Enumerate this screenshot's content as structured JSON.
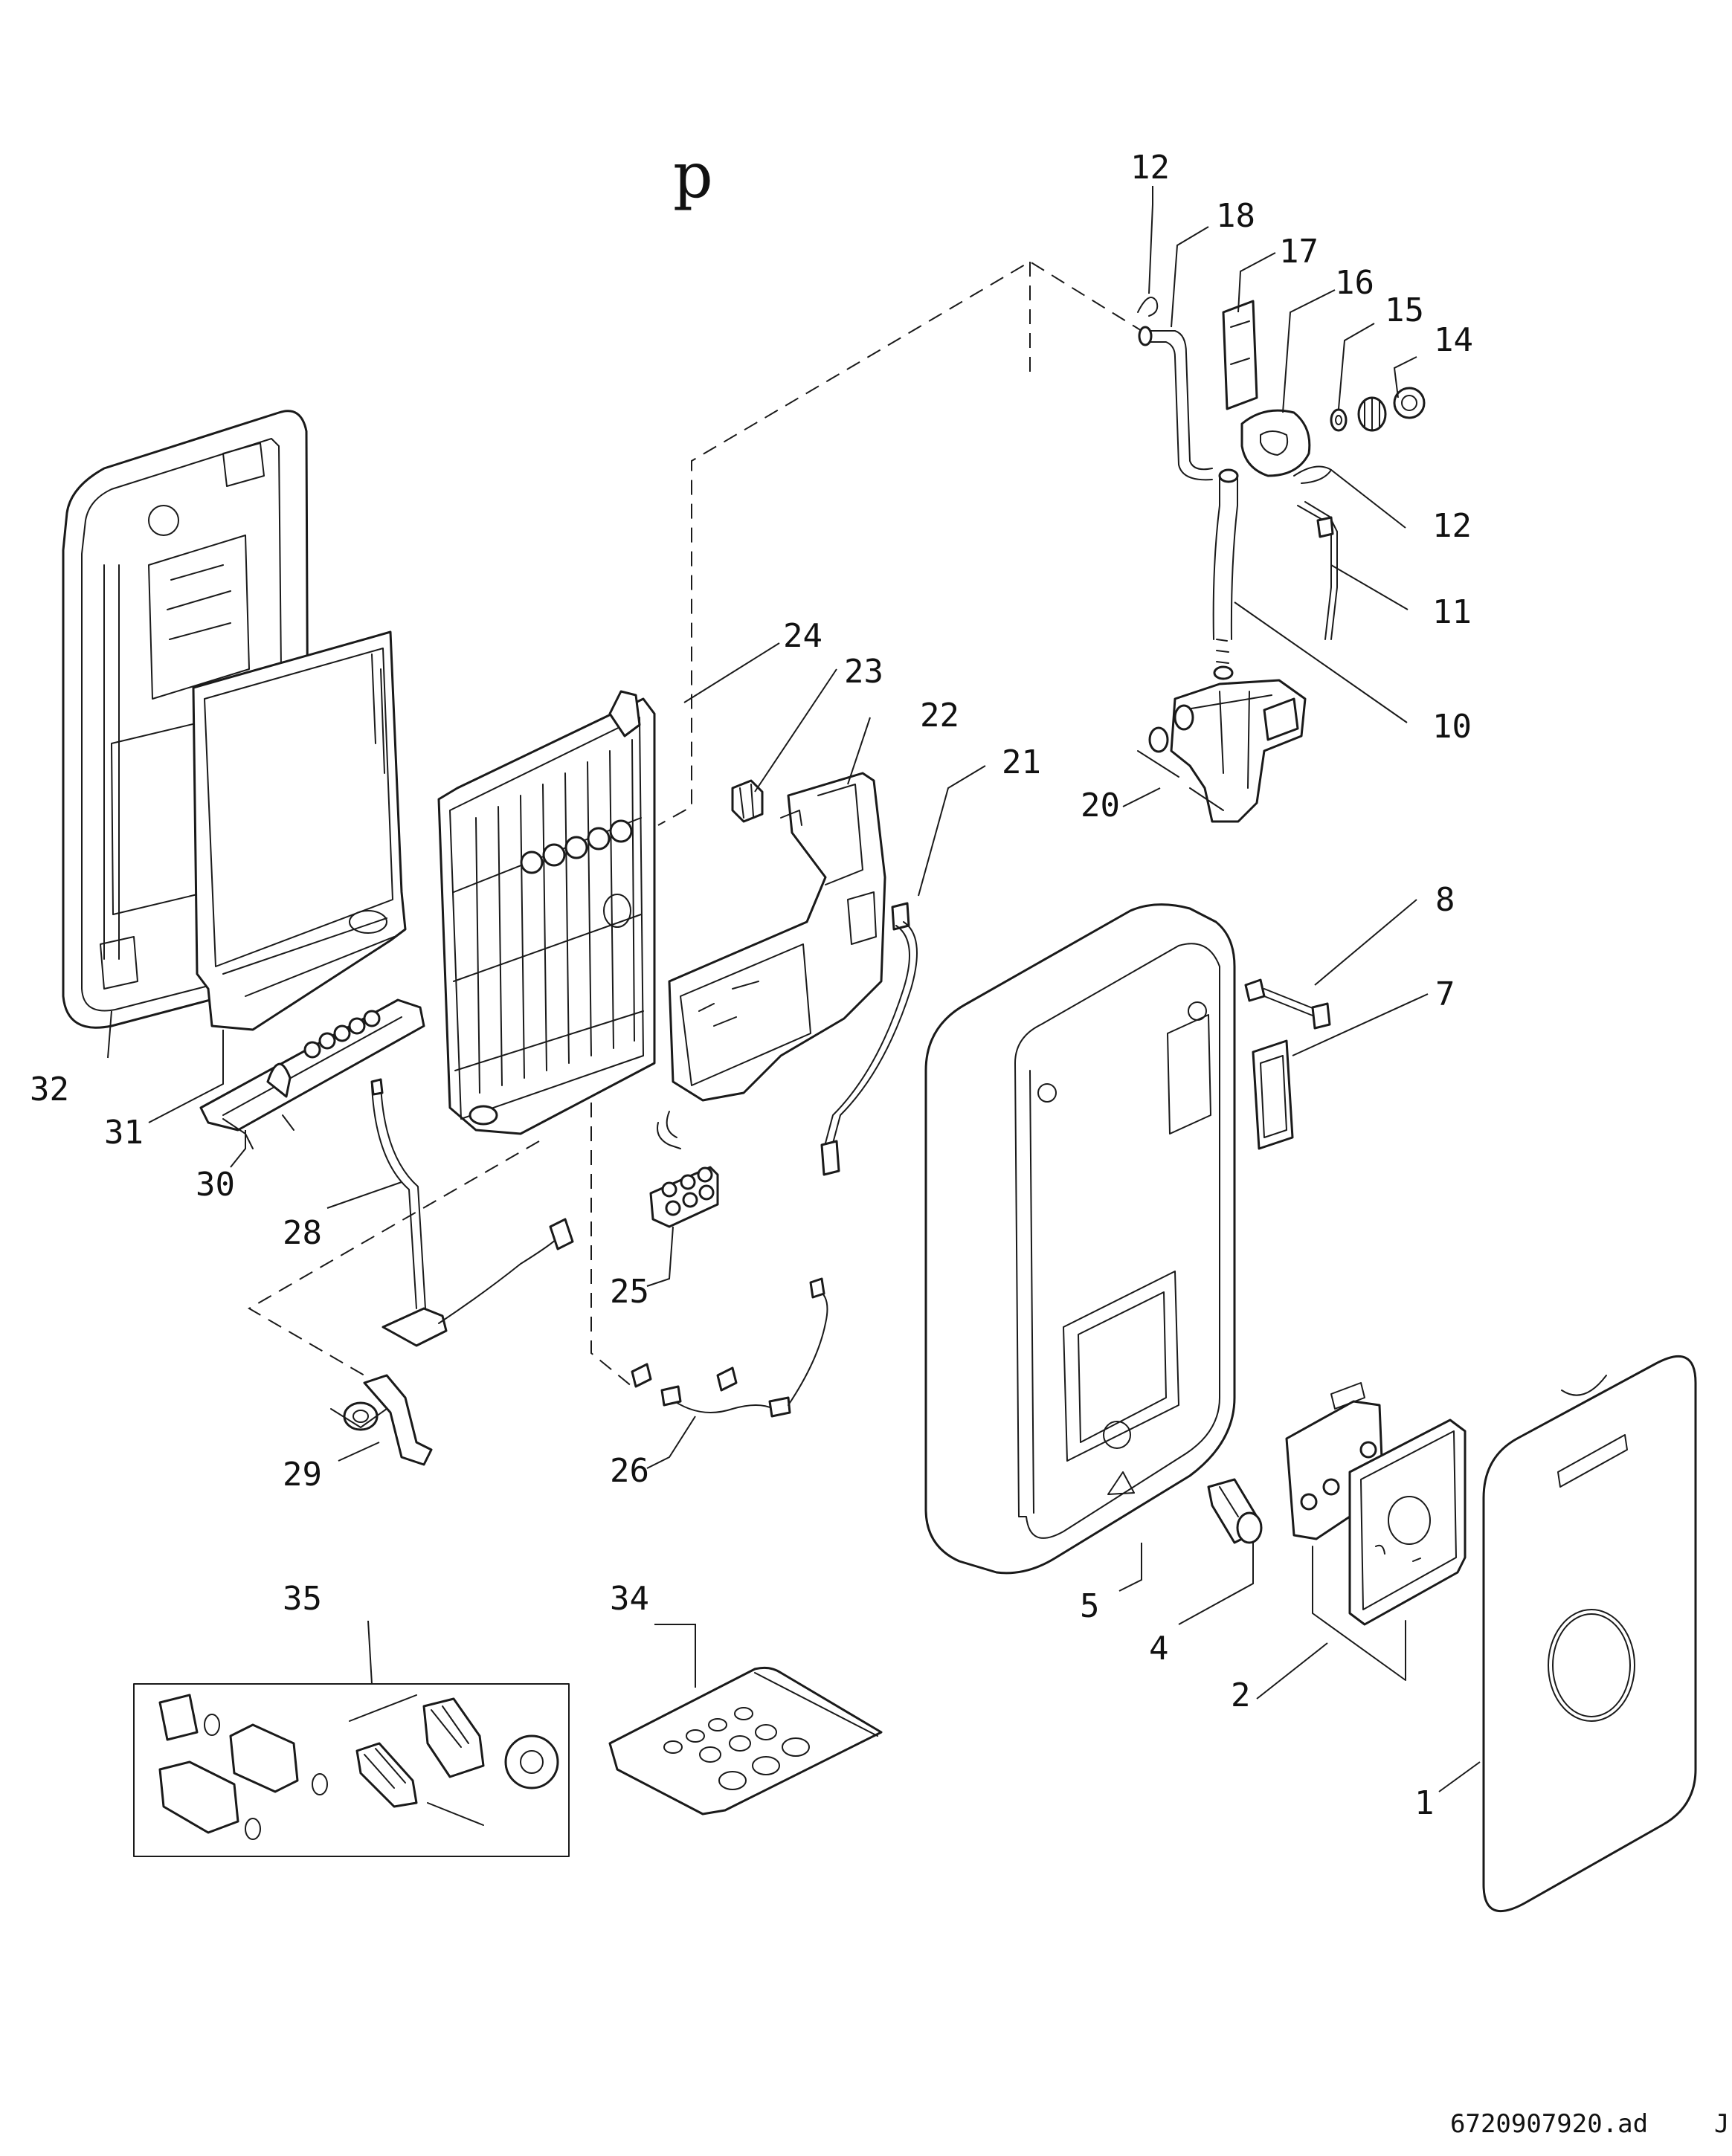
{
  "diagram": {
    "title_letter": "p",
    "drawing_code": "6720907920.ad",
    "revision": "J"
  },
  "callouts": [
    {
      "id": "1",
      "label": "1"
    },
    {
      "id": "2",
      "label": "2"
    },
    {
      "id": "4",
      "label": "4"
    },
    {
      "id": "5",
      "label": "5"
    },
    {
      "id": "7",
      "label": "7"
    },
    {
      "id": "8",
      "label": "8"
    },
    {
      "id": "10",
      "label": "10"
    },
    {
      "id": "11",
      "label": "11"
    },
    {
      "id": "12a",
      "label": "12"
    },
    {
      "id": "12b",
      "label": "12"
    },
    {
      "id": "14",
      "label": "14"
    },
    {
      "id": "15",
      "label": "15"
    },
    {
      "id": "16",
      "label": "16"
    },
    {
      "id": "17",
      "label": "17"
    },
    {
      "id": "18",
      "label": "18"
    },
    {
      "id": "20",
      "label": "20"
    },
    {
      "id": "21",
      "label": "21"
    },
    {
      "id": "22",
      "label": "22"
    },
    {
      "id": "23",
      "label": "23"
    },
    {
      "id": "24",
      "label": "24"
    },
    {
      "id": "25",
      "label": "25"
    },
    {
      "id": "26",
      "label": "26"
    },
    {
      "id": "28",
      "label": "28"
    },
    {
      "id": "29",
      "label": "29"
    },
    {
      "id": "30",
      "label": "30"
    },
    {
      "id": "31",
      "label": "31"
    },
    {
      "id": "32",
      "label": "32"
    },
    {
      "id": "34",
      "label": "34"
    },
    {
      "id": "35",
      "label": "35"
    }
  ]
}
